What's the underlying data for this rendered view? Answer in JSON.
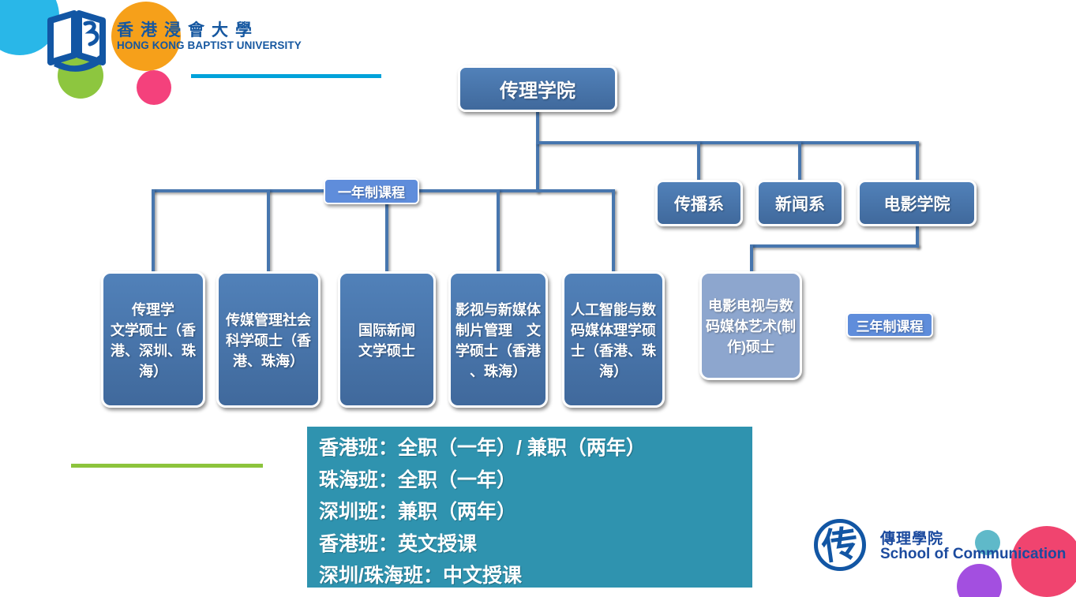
{
  "header": {
    "university_name_zh": "香港浸會大學",
    "university_name_en": "HONG KONG BAPTIST UNIVERSITY"
  },
  "org_chart": {
    "root": {
      "label": "传理学院"
    },
    "one_year_label": "一年制课程",
    "three_year_label": "三年制课程",
    "departments": [
      {
        "label": "传播系"
      },
      {
        "label": "新闻系"
      },
      {
        "label": "电影学院"
      }
    ],
    "programs": [
      {
        "label": "传理学\n文学硕士（香港、深圳、珠海）"
      },
      {
        "label": "传媒管理社会科学硕士（香港、珠海）"
      },
      {
        "label": "国际新闻\n文学硕士"
      },
      {
        "label": "影视与新媒体制片管理　文学硕士（香港、珠海）"
      },
      {
        "label": "人工智能与数码媒体理学硕士（香港、珠海）"
      },
      {
        "label": "电影电视与数码媒体艺术(制作)硕士"
      }
    ]
  },
  "info_box": {
    "lines": [
      "香港班：全职（一年）/ 兼职（两年）",
      "珠海班：全职（一年）",
      "深圳班：兼职（两年）",
      "香港班：英文授课",
      "深圳/珠海班：中文授课"
    ]
  },
  "footer": {
    "school_name_zh": "傳理學院",
    "school_name_en": "School of Communication",
    "emblem_char": "传"
  },
  "colors": {
    "node_blue": "#4574ac",
    "node_light_blue": "#8da6ce",
    "tag_blue": "#5f8ddb",
    "connector_blue": "#4776ae",
    "info_teal": "#2f93af",
    "accent_cyan": "#00a2da",
    "accent_green": "#8cc43c",
    "hkbu_blue": "#1557a0",
    "footer_blue": "#1b4a9e",
    "decor_cyan": "#29b7e8",
    "decor_orange": "#f6a01a",
    "decor_green": "#8dc63f",
    "decor_pink": "#f4417c",
    "decor_teal_small": "#5fb9c9",
    "decor_purple": "#a34fe0",
    "decor_pink_large": "#f0446f"
  }
}
